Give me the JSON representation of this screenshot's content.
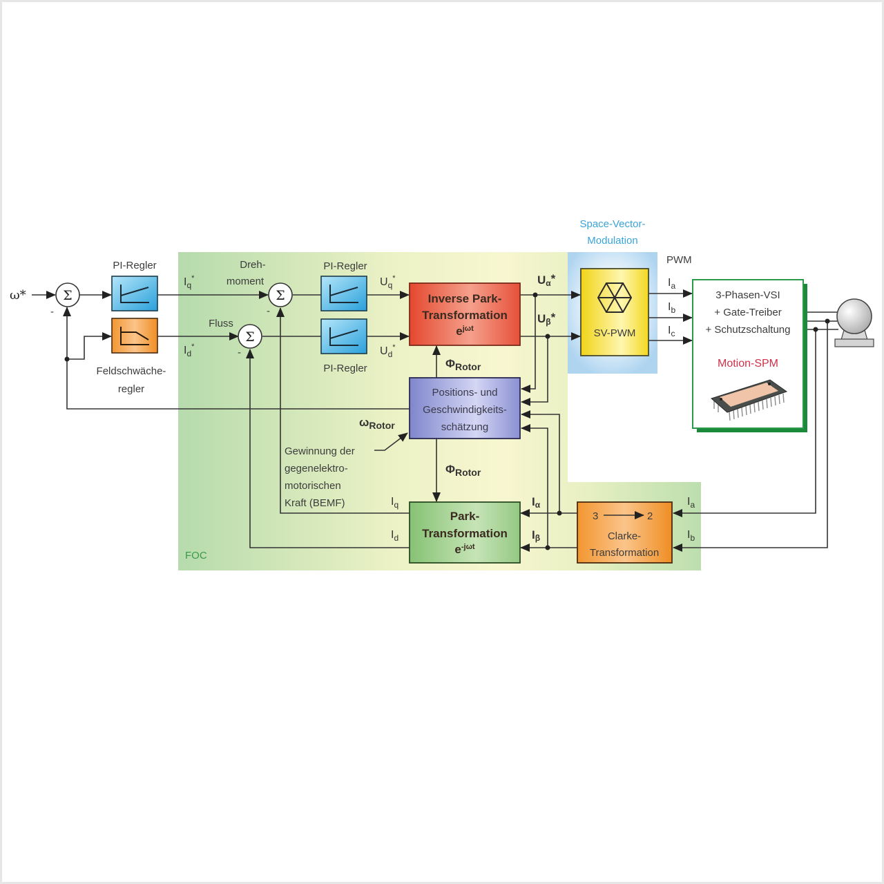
{
  "signals": {
    "omega_ref": "ω*",
    "iq_ref": {
      "base": "I",
      "sub": "q",
      "sup": "*"
    },
    "id_ref": {
      "base": "I",
      "sub": "d",
      "sup": "*"
    },
    "uq_ref": {
      "base": "U",
      "sub": "q",
      "sup": "*"
    },
    "ud_ref": {
      "base": "U",
      "sub": "d",
      "sup": "*"
    },
    "ualpha_ref": {
      "base": "U",
      "sub": "α",
      "sup": "*"
    },
    "ubeta_ref": {
      "base": "U",
      "sub": "β",
      "sup": "*"
    },
    "phi_rotor_top": {
      "base": "Φ",
      "sub": "Rotor"
    },
    "phi_rotor_bottom": {
      "base": "Φ",
      "sub": "Rotor"
    },
    "omega_rotor": {
      "base": "ω",
      "sub": "Rotor"
    },
    "iq_fb": {
      "base": "I",
      "sub": "q"
    },
    "id_fb": {
      "base": "I",
      "sub": "d"
    },
    "ialpha": {
      "base": "I",
      "sub": "α"
    },
    "ibeta": {
      "base": "I",
      "sub": "β"
    },
    "ia_fb": {
      "base": "I",
      "sub": "a"
    },
    "ib_fb": {
      "base": "I",
      "sub": "b"
    },
    "pwm_a": {
      "base": "I",
      "sub": "a"
    },
    "pwm_b": {
      "base": "I",
      "sub": "b"
    },
    "pwm_c": {
      "base": "I",
      "sub": "c"
    },
    "pwm": "PWM"
  },
  "symbols": {
    "sum": "Σ",
    "minus": "-"
  },
  "annotations": {
    "drehmoment": [
      "Dreh-",
      "moment"
    ],
    "fluss": "Fluss",
    "bemf": [
      "Gewinnung der",
      "gegenelektro-",
      "motorischen",
      "Kraft (BEMF)"
    ]
  },
  "blocks": {
    "pi_speed": {
      "label": "PI-Regler"
    },
    "field_weakening": {
      "label": [
        "Feldschwäche-",
        "regler"
      ]
    },
    "pi_torque": {
      "label": "PI-Regler"
    },
    "pi_flux": {
      "label": "PI-Regler"
    },
    "inverse_park": {
      "lines": [
        "Inverse Park-",
        "Transformation"
      ],
      "formula": {
        "base": "e",
        "sup": "jωt"
      }
    },
    "estimator": {
      "lines": [
        "Positions- und",
        "Geschwindigkeits-",
        "schätzung"
      ]
    },
    "park": {
      "lines": [
        "Park-",
        "Transformation"
      ],
      "formula": {
        "base": "e",
        "sup": "-jωt"
      }
    },
    "clarke": {
      "from": "3",
      "to": "2",
      "lines": [
        "Clarke-",
        "Transformation"
      ]
    },
    "svpwm": {
      "label": "SV-PWM"
    },
    "inverter": {
      "lines": [
        "3-Phasen-VSI",
        "+ Gate-Treiber",
        "+ Schutzschaltung"
      ],
      "module": "Motion-SPM"
    }
  },
  "regions": {
    "foc": "FOC",
    "svm": [
      "Space-Vector-",
      "Modulation"
    ]
  },
  "colors": {
    "pi_block": "#3aaee0",
    "field_weakening_block": "#f09a30",
    "inverse_park_block": "#e8563e",
    "estimator_block": "#8a90d2",
    "park_block": "#94c884",
    "clarke_block": "#f29a30",
    "svpwm_block": "#f3d820",
    "inverter_border": "#2a9a4a",
    "foc_region": "#b6dbac",
    "svm_region": "#b5d9f2",
    "svm_title": "#3aa3d8",
    "foc_title": "#3a9a4a",
    "module_label": "#d0304a"
  }
}
